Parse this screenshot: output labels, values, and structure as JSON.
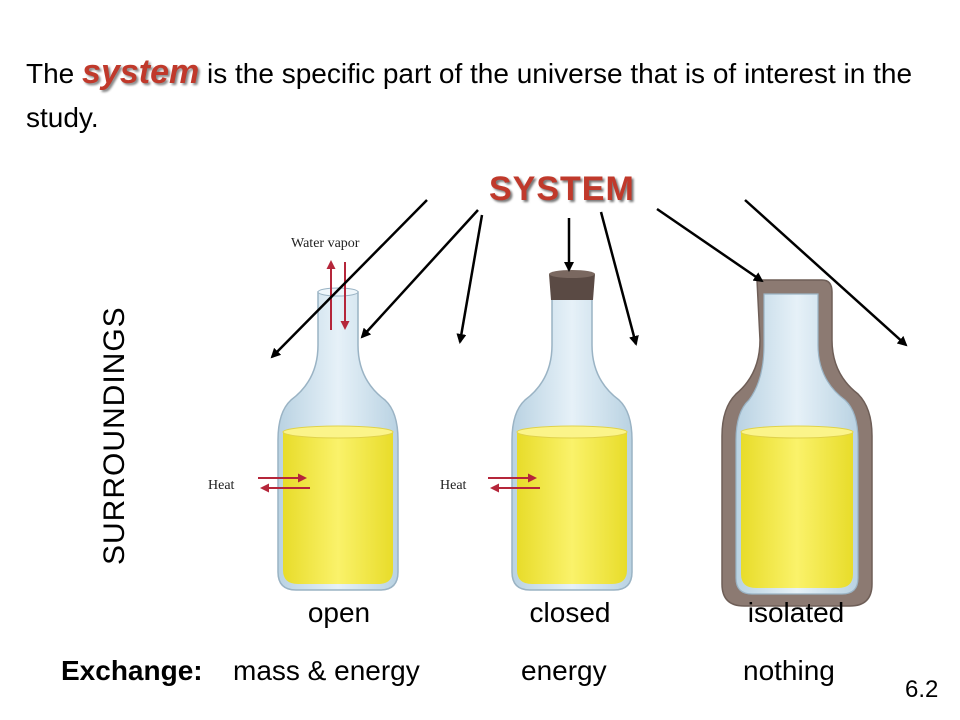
{
  "title": {
    "prefix": "The",
    "keyword": "system",
    "suffix": "is the specific part of the universe that is of interest in the study."
  },
  "system_label": "SYSTEM",
  "surroundings_label": "SURROUNDINGS",
  "bottles": [
    {
      "type_label": "open",
      "exchange": "mass & energy"
    },
    {
      "type_label": "closed",
      "exchange": "energy"
    },
    {
      "type_label": "isolated",
      "exchange": "nothing"
    }
  ],
  "exchange_key": "Exchange:",
  "figure_labels": {
    "water_vapor": "Water vapor",
    "heat_open": "Heat",
    "heat_closed": "Heat"
  },
  "slide_number": "6.2",
  "colors": {
    "accent": "#c0392b",
    "liquid": "#f2e83a",
    "glass": "#d6e8f2",
    "insulation": "#8c7a72",
    "heat_arrow": "#b5263a"
  }
}
